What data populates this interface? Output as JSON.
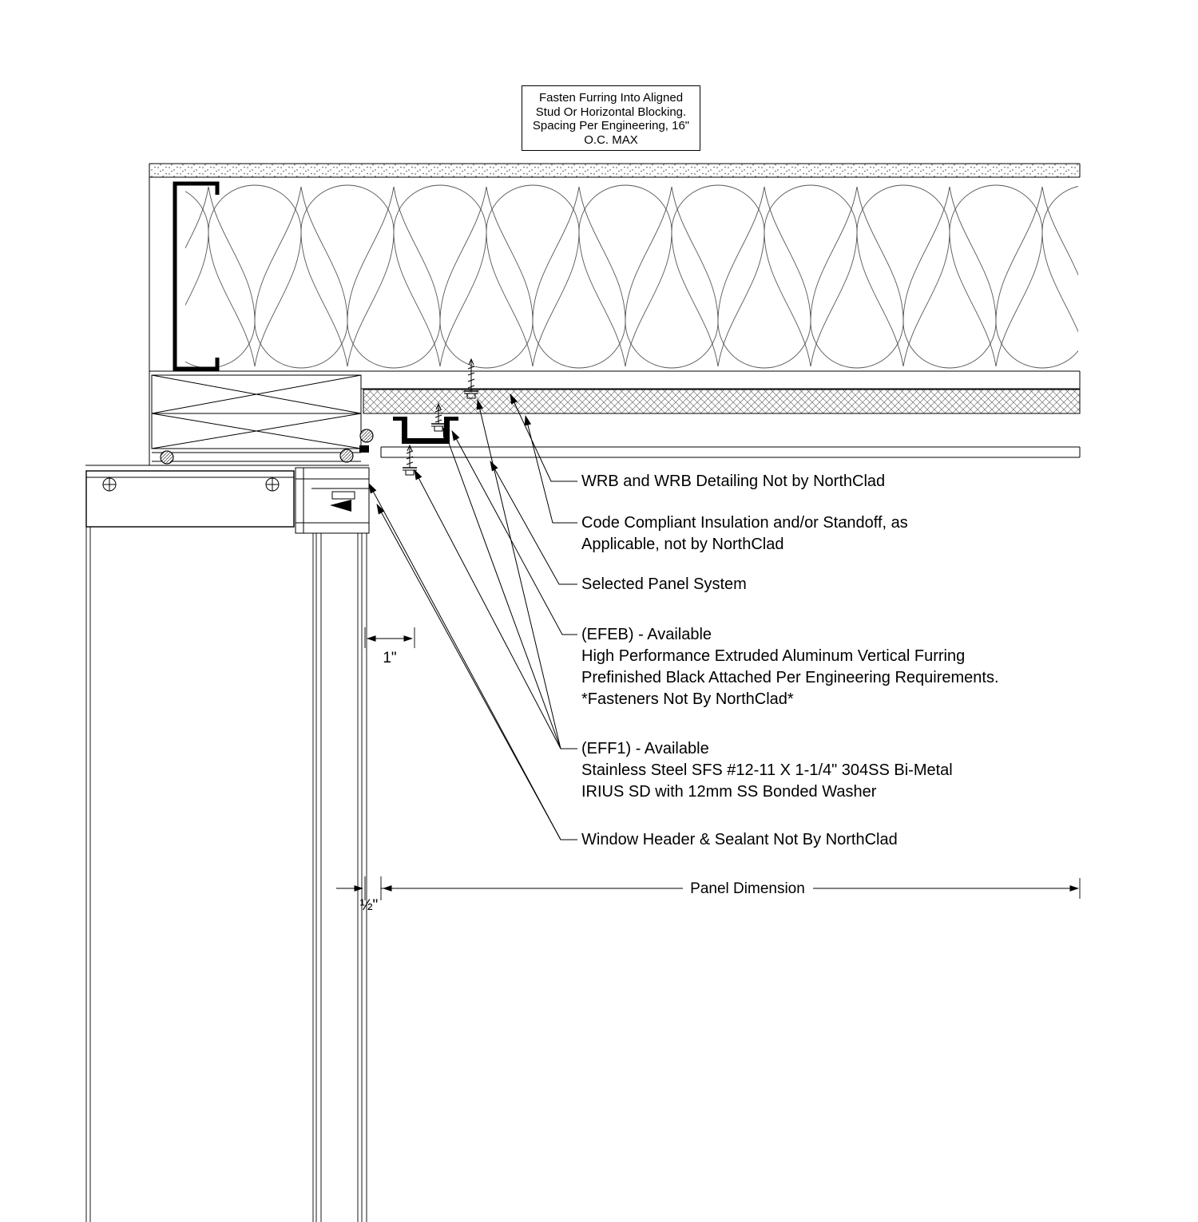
{
  "colors": {
    "line": "#000000",
    "background": "#ffffff",
    "hatch": "#555555"
  },
  "note_box": {
    "lines": [
      "Fasten Furring Into Aligned",
      "Stud Or Horizontal Blocking.",
      "Spacing Per Engineering, 16\"",
      "O.C. MAX"
    ]
  },
  "annotations": {
    "wrb": {
      "lines": [
        "WRB and WRB Detailing Not by NorthClad"
      ]
    },
    "insulation": {
      "lines": [
        "Code Compliant Insulation and/or Standoff, as",
        "Applicable, not by NorthClad"
      ]
    },
    "panel_system": {
      "lines": [
        "Selected Panel System"
      ]
    },
    "efeb": {
      "lines": [
        "(EFEB) - Available",
        "High Performance Extruded Aluminum Vertical Furring",
        "Prefinished Black Attached Per Engineering Requirements.",
        "*Fasteners Not By NorthClad*"
      ]
    },
    "eff1": {
      "lines": [
        "(EFF1) - Available",
        "Stainless Steel SFS #12-11 X 1-1/4\" 304SS Bi-Metal",
        "IRIUS SD with 12mm SS Bonded Washer"
      ]
    },
    "window_header": {
      "lines": [
        "Window Header & Sealant Not By NorthClad"
      ]
    }
  },
  "dimensions": {
    "furring_gap": "1\"",
    "joint": "½\"",
    "panel": "Panel Dimension"
  }
}
